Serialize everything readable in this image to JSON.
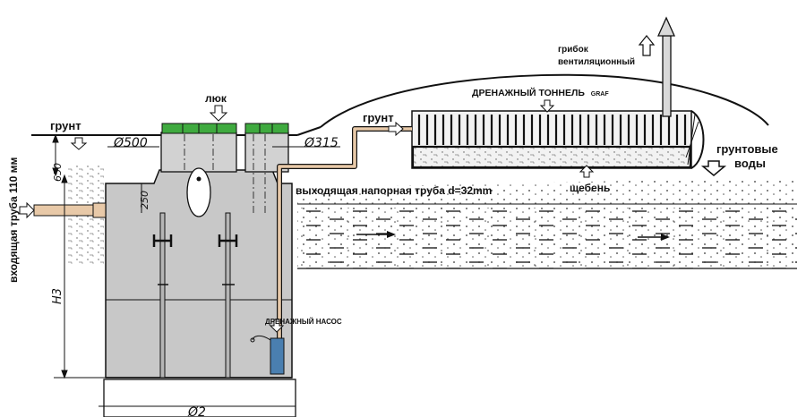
{
  "labels": {
    "hatch": "люк",
    "ground_left": "грунт",
    "ground_right": "грунт",
    "vent_line1": "грибок",
    "vent_line2": "вентиляционный",
    "tunnel": "ДРЕНАЖНЫЙ ТОННЕЛЬ",
    "tunnel_brand": "GRAF",
    "groundwater_line1": "грунтовые",
    "groundwater_line2": "воды",
    "gravel": "щебень",
    "outlet_pipe": "выходящая напорная труба d=32mm",
    "inlet_pipe": "входящая труба 110 мм",
    "pump": "ДРЕНАЖНЫЙ НАСОС"
  },
  "dimensions": {
    "d500": "Ø500",
    "d315": "Ø315",
    "d650": "650",
    "d250": "250",
    "h3": "Н3",
    "d2": "Ø2"
  },
  "colors": {
    "tank_fill": "#c8c8c8",
    "neck_fill": "#d2d2d2",
    "hatch_green": "#3faa3f",
    "pipe_fill": "#e8c9a8",
    "pump_blue": "#4a7fb0",
    "gravel_fill": "#eeeeee",
    "tunnel_fill": "#f2f2f2",
    "line": "#111111"
  }
}
